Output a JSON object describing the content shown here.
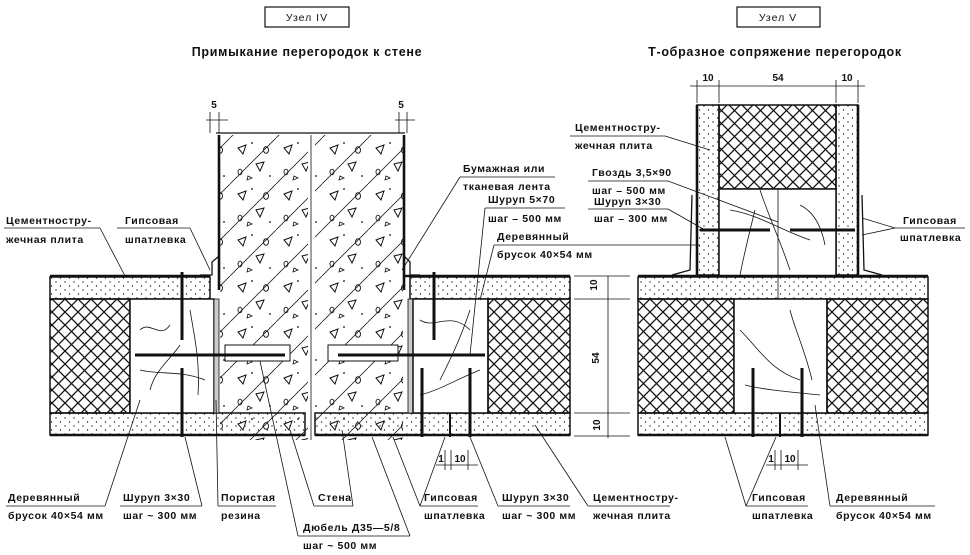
{
  "node_iv": {
    "badge": "Узел  IV",
    "title": "Примыкание перегородок к стене",
    "dims": {
      "left_gap": "5",
      "right_gap": "5",
      "bottom_gap_a": "1",
      "bottom_gap_b": "10"
    },
    "labels": {
      "cement_board_left": [
        "Цементностру-",
        "жечная плита"
      ],
      "gypsum_putty_top": [
        "Гипсовая",
        "шпатлевка"
      ],
      "paper_tape": [
        "Бумажная или",
        "тканевая лента"
      ],
      "screw_5x70": [
        "Шуруп 5×70",
        "шаг – 500 мм"
      ],
      "wood_bar_right": [
        "Деревянный",
        "брусок 40×54 мм"
      ],
      "wood_bar_left": [
        "Деревянный",
        "брусок 40×54 мм"
      ],
      "screw_3x30_left": [
        "Шуруп 3×30",
        "шаг ~ 300 мм"
      ],
      "porous_rubber": [
        "Пористая",
        "резина"
      ],
      "wall": [
        "Стена"
      ],
      "dowel": [
        "Дюбель Д35—5/8",
        "шаг ~ 500 мм"
      ],
      "gypsum_putty_bottom": [
        "Гипсовая",
        "шпатлевка"
      ],
      "screw_3x30_right": [
        "Шуруп 3×30",
        "шаг ~ 300 мм"
      ],
      "cement_board_bottom": [
        "Цементностру-",
        "жечная плита"
      ]
    }
  },
  "node_v": {
    "badge": "Узел  V",
    "title": "Т-образное сопряжение перегородок",
    "dims": {
      "top_left": "10",
      "top_mid": "54",
      "top_right": "10",
      "side_top": "10",
      "side_mid": "54",
      "side_bottom": "10",
      "bottom_gap_a": "1",
      "bottom_gap_b": "10"
    },
    "labels": {
      "cement_board": [
        "Цементностру-",
        "жечная плита"
      ],
      "nail": [
        "Гвоздь 3,5×90",
        "шаг – 500 мм"
      ],
      "screw_3x30": [
        "Шуруп 3×30",
        "шаг – 300 мм"
      ],
      "gypsum_putty_right": [
        "Гипсовая",
        "шпатлевка"
      ],
      "gypsum_putty_bottom": [
        "Гипсовая",
        "шпатлевка"
      ],
      "wood_bar_bottom": [
        "Деревянный",
        "брусок 40×54 мм"
      ]
    }
  }
}
